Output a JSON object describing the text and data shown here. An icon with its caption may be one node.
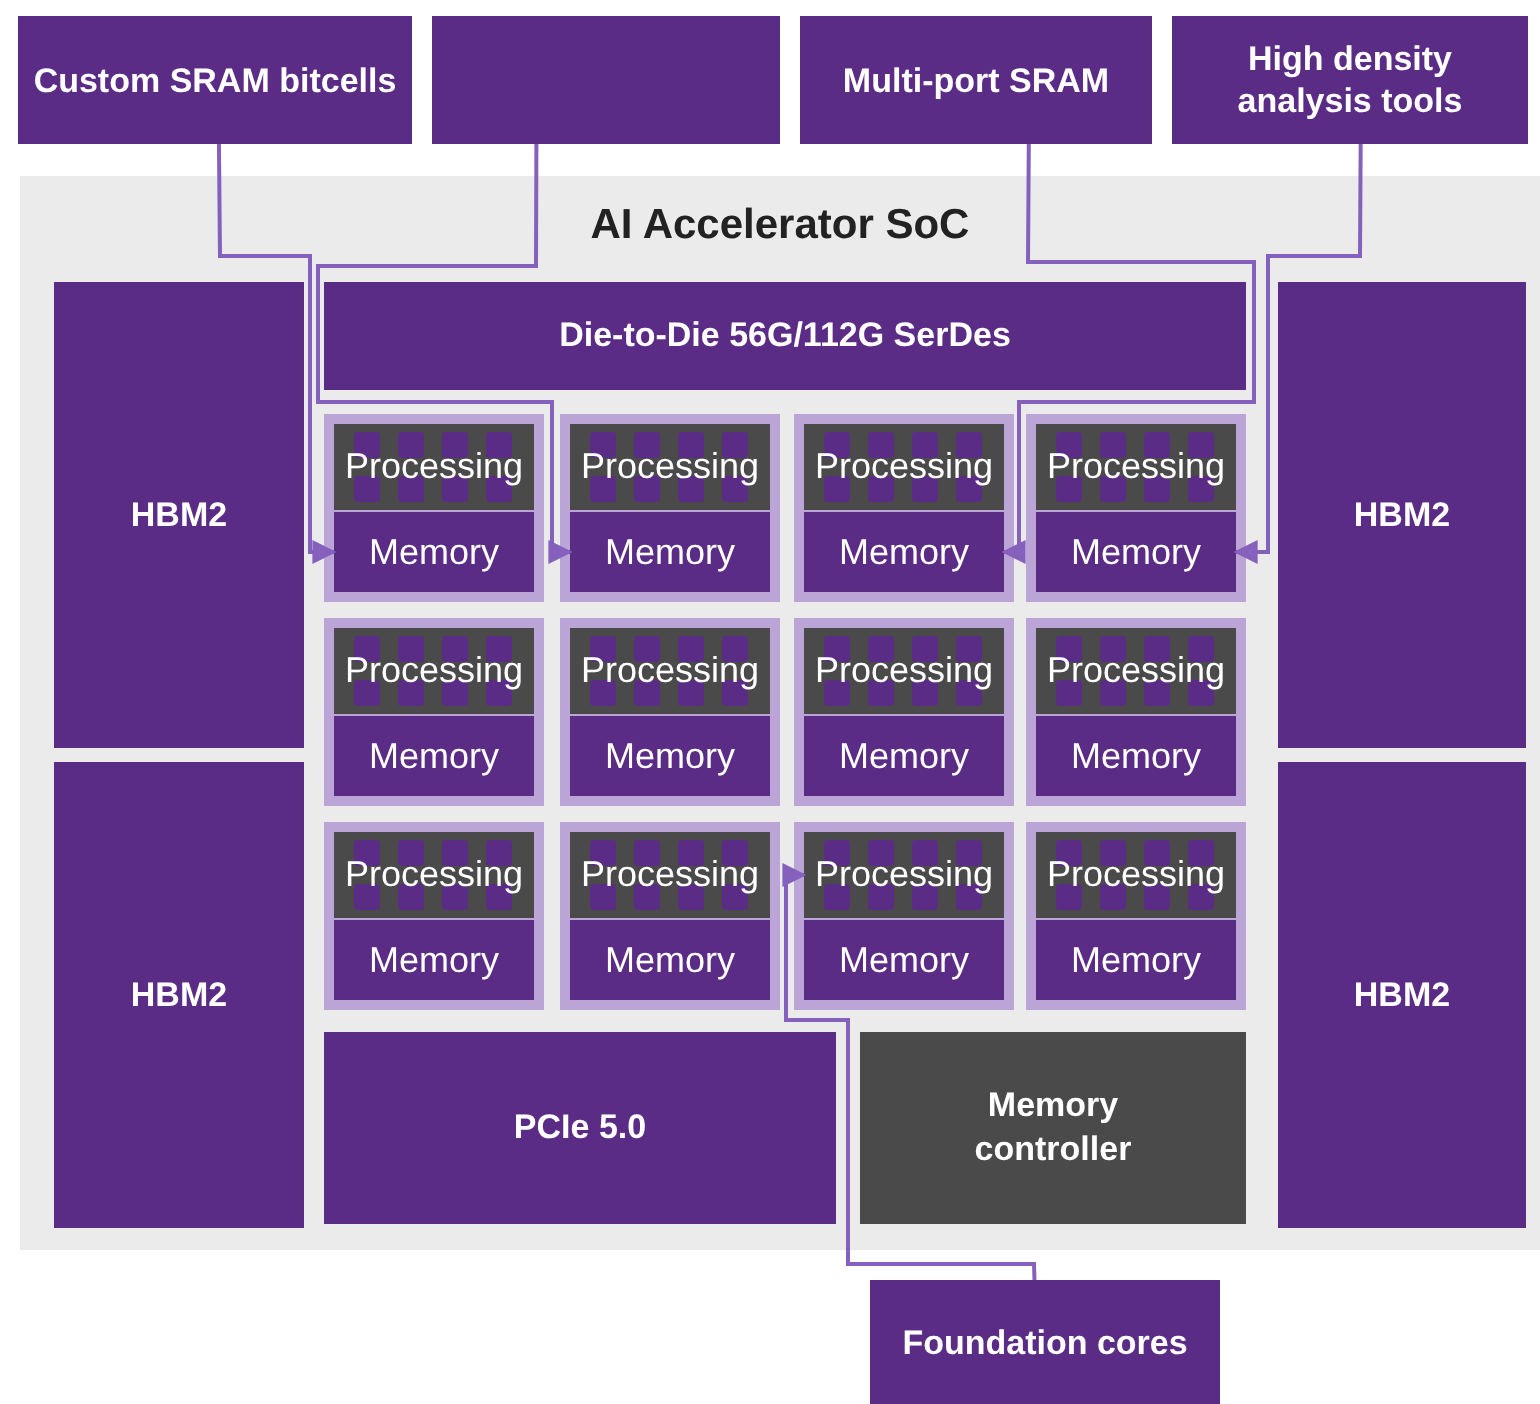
{
  "diagram": {
    "nodes": [
      {
        "text": [
          "Custom SRAM bitcells"
        ]
      },
      {
        "text": [],
        "shape": "box"
      },
      {
        "text": [
          "Multi-port SRAM"
        ]
      },
      {
        "text": [
          "High density analysis tools"
        ]
      },
      {
        "text": [
          "AI Accelerator SoC"
        ]
      },
      {
        "text": [
          "HBM2"
        ],
        "in": 4
      },
      {
        "text": [
          "Die-to-Die 56G/112G SerDes"
        ],
        "in": 4
      },
      {
        "text": [
          "HBM2"
        ],
        "in": 4
      },
      {
        "text": [],
        "shape": "box",
        "in": 4
      },
      {
        "text": [
          "Processing"
        ],
        "in": 8
      },
      {
        "text": [
          "Memory"
        ],
        "in": 8
      },
      {
        "text": [],
        "shape": "box",
        "in": 4
      },
      {
        "text": [
          "Processing"
        ],
        "in": 11
      },
      {
        "text": [
          "Memory"
        ],
        "in": 11
      },
      {
        "text": [],
        "shape": "box",
        "in": 4
      },
      {
        "text": [
          "Processing"
        ],
        "in": 14
      },
      {
        "text": [
          "Memory"
        ],
        "in": 14
      },
      {
        "text": [],
        "shape": "box",
        "in": 4
      },
      {
        "text": [
          "Processing"
        ],
        "in": 17
      },
      {
        "text": [
          "Memory"
        ],
        "in": 17
      },
      {
        "text": [],
        "shape": "box",
        "in": 4
      },
      {
        "text": [
          "Processing"
        ],
        "in": 20
      },
      {
        "text": [
          "Memory"
        ],
        "in": 20
      },
      {
        "text": [],
        "shape": "box",
        "in": 4
      },
      {
        "text": [
          "Processing"
        ],
        "in": 23
      },
      {
        "text": [
          "Memory"
        ],
        "in": 23
      },
      {
        "text": [],
        "shape": "box",
        "in": 4
      },
      {
        "text": [
          "Processing"
        ],
        "in": 26
      },
      {
        "text": [
          "Memory"
        ],
        "in": 26
      },
      {
        "text": [],
        "shape": "box",
        "in": 4
      },
      {
        "text": [
          "Processing"
        ],
        "in": 29
      },
      {
        "text": [
          "Memory"
        ],
        "in": 29
      },
      {
        "text": [],
        "shape": "box",
        "in": 4
      },
      {
        "text": [
          "Processing"
        ],
        "in": 32
      },
      {
        "text": [
          "Memory"
        ],
        "in": 32
      },
      {
        "text": [],
        "shape": "box",
        "in": 4
      },
      {
        "text": [
          "Processing"
        ],
        "in": 35
      },
      {
        "text": [
          "Memory"
        ],
        "in": 35
      },
      {
        "text": [],
        "shape": "box",
        "in": 4
      },
      {
        "text": [
          "Processing"
        ],
        "in": 38
      },
      {
        "text": [
          "Memory"
        ],
        "in": 38
      },
      {
        "text": [],
        "shape": "box",
        "in": 4
      },
      {
        "text": [
          "Processing"
        ],
        "in": 41
      },
      {
        "text": [
          "Memory"
        ],
        "in": 41
      },
      {
        "text": [
          "HBM2"
        ],
        "in": 4
      },
      {
        "text": [
          "HBM2"
        ],
        "in": 4
      },
      {
        "text": [
          "PCIe 5.0"
        ],
        "in": 4
      },
      {
        "text": [
          "Memory controller"
        ],
        "in": 4
      },
      {
        "text": [
          "Foundation cores"
        ]
      }
    ],
    "edges": [
      {
        "from": 0,
        "to": 10,
        "arrow": "to"
      },
      {
        "from": 1,
        "to": 13,
        "arrow": "to"
      },
      {
        "from": 2,
        "to": 16,
        "arrow": "to"
      },
      {
        "from": 3,
        "to": 19,
        "arrow": "to"
      },
      {
        "from": 48,
        "to": 39,
        "arrow": "to"
      }
    ]
  }
}
